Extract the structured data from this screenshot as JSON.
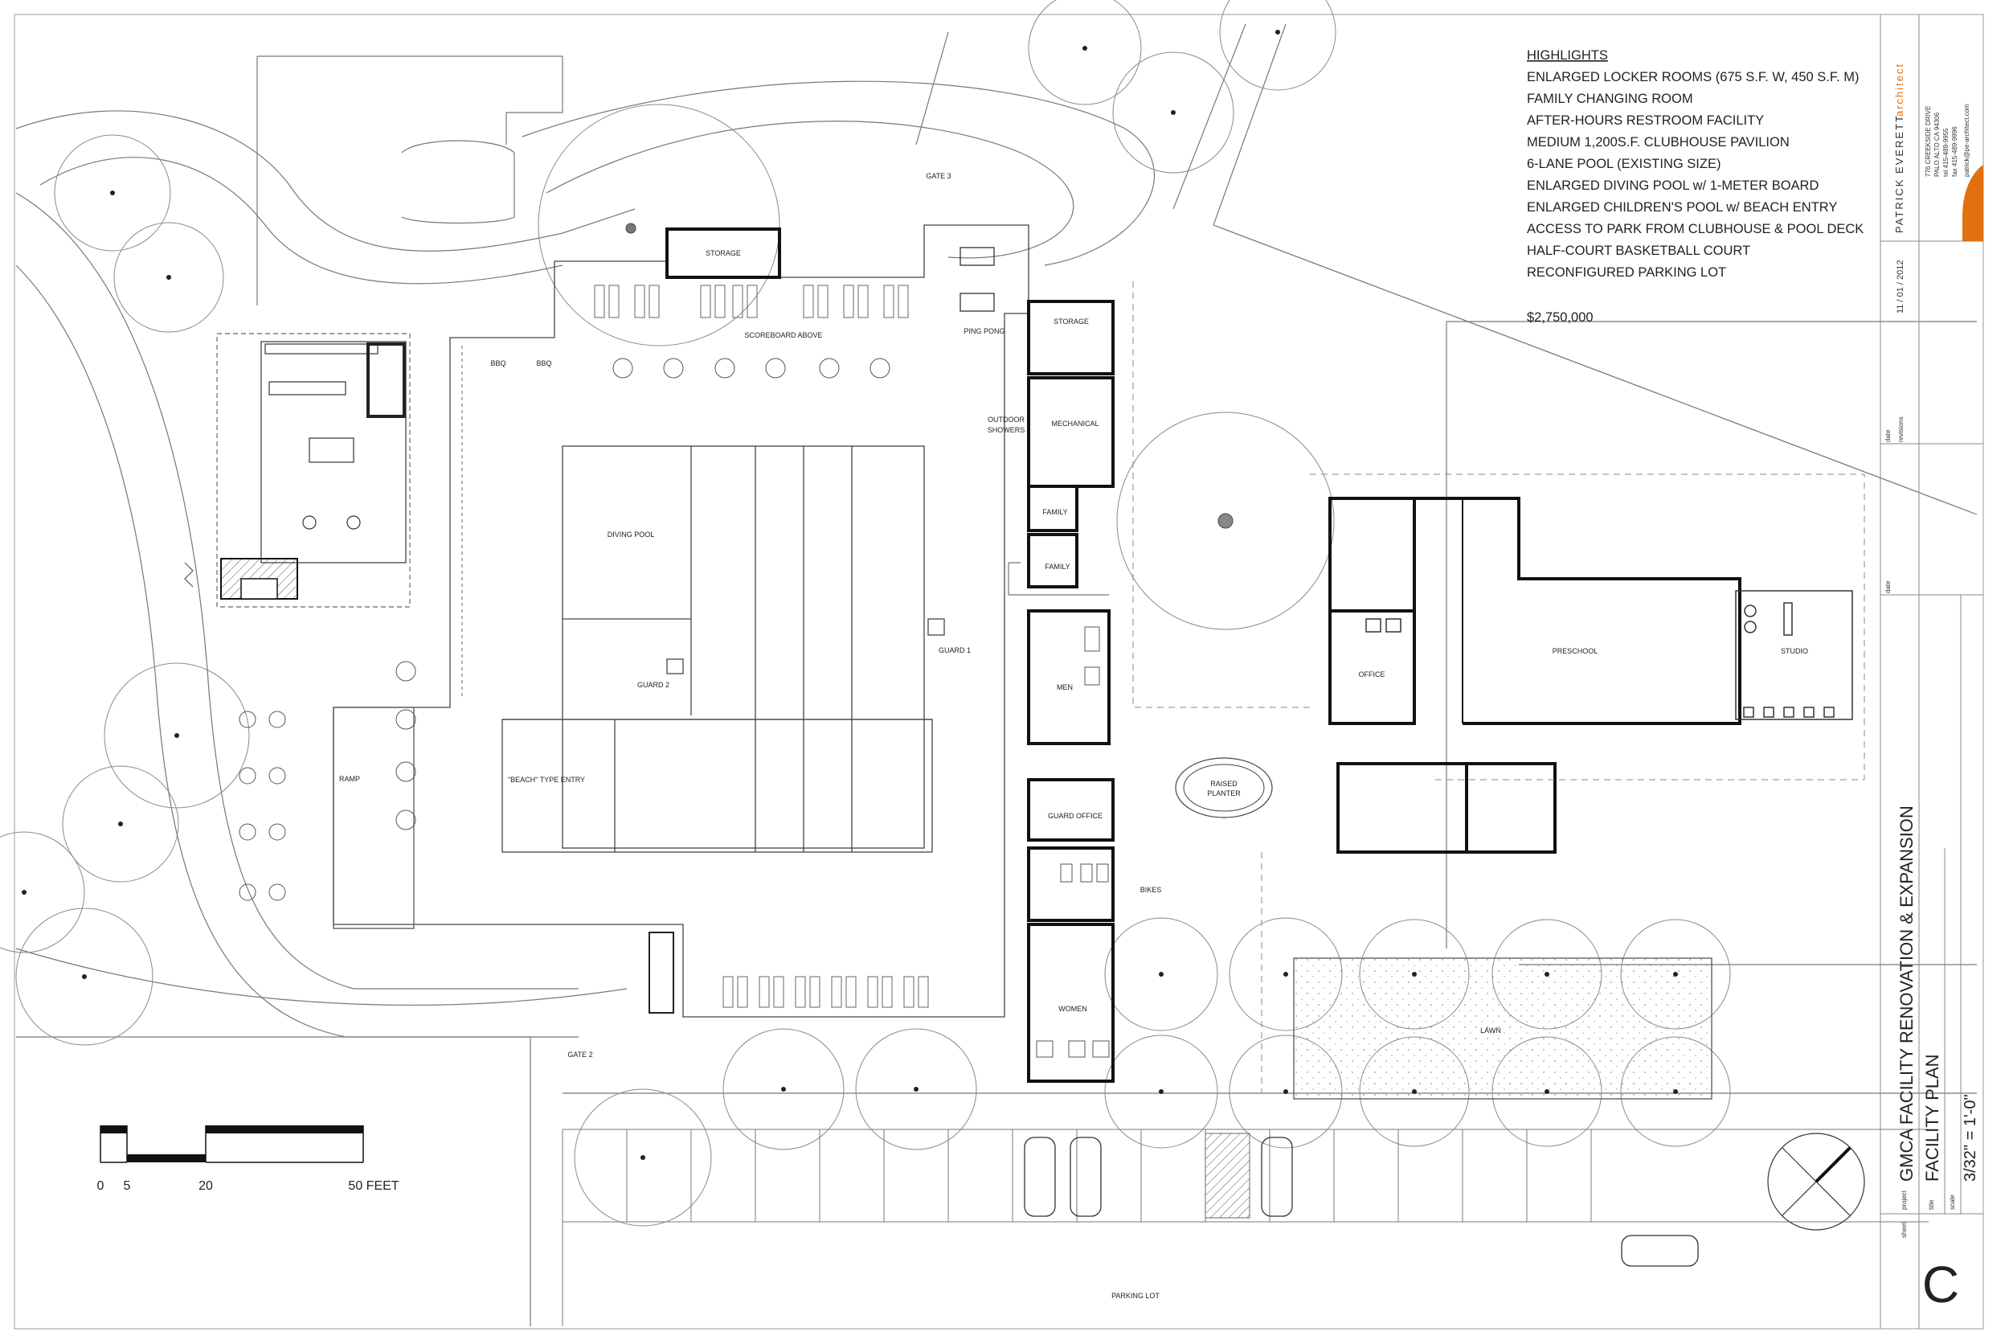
{
  "highlights": {
    "heading": "HIGHLIGHTS",
    "items": [
      "ENLARGED LOCKER ROOMS (675 S.F. W, 450 S.F. M)",
      "FAMILY CHANGING ROOM",
      "AFTER-HOURS RESTROOM FACILITY",
      "MEDIUM 1,200S.F. CLUBHOUSE PAVILION",
      "6-LANE POOL (EXISTING SIZE)",
      "ENLARGED DIVING POOL w/ 1-METER BOARD",
      "ENLARGED CHILDREN'S POOL w/ BEACH ENTRY",
      "ACCESS TO PARK FROM CLUBHOUSE & POOL DECK",
      "HALF-COURT BASKETBALL COURT",
      "RECONFIGURED PARKING LOT"
    ],
    "cost": "$2,750,000"
  },
  "labels": {
    "storage_top": "STORAGE",
    "gate3": "GATE 3",
    "ping_pong": "PING PONG",
    "storage_right": "STORAGE",
    "scoreboard": "SCOREBOARD ABOVE",
    "bbq1": "BBQ",
    "bbq2": "BBQ",
    "mechanical": "MECHANICAL",
    "outdoor_showers_1": "OUTDOOR",
    "outdoor_showers_2": "SHOWERS",
    "family1": "FAMILY",
    "family2": "FAMILY",
    "diving_pool": "DIVING POOL",
    "guard1": "GUARD 1",
    "guard2": "GUARD 2",
    "men": "MEN",
    "beach_entry": "\"BEACH\" TYPE ENTRY",
    "ramp": "RAMP",
    "guard_office": "GUARD OFFICE",
    "raised_planter_1": "RAISED",
    "raised_planter_2": "PLANTER",
    "office": "OFFICE",
    "preschool": "PRESCHOOL",
    "studio": "STUDIO",
    "bikes": "BIKES",
    "women": "WOMEN",
    "lawn": "LAWN",
    "gate2": "GATE 2",
    "parking_lot": "PARKING LOT"
  },
  "scale_bar": {
    "t0": "0",
    "t5": "5",
    "t20": "20",
    "t50": "50 FEET"
  },
  "title_block": {
    "firm_name": "PATRICK EVERETT",
    "firm_type": "architect",
    "address_1": "776 CREEKSIDE DRIVE",
    "address_2": "PALO ALTO CA 94306",
    "tel": "tel 415-489-9955",
    "fax": "fax 415-489-9996",
    "email": "patrick@pe-architect.com",
    "date": "11 / 01 / 2012",
    "lbl_date": "date",
    "lbl_revisions": "revisions",
    "lbl_date2": "date",
    "lbl_project": "project",
    "lbl_title": "title",
    "lbl_scale": "scale",
    "lbl_sheet": "sheet",
    "project": "GMCA FACILITY RENOVATION & EXPANSION",
    "title": "FACILITY PLAN",
    "scale": "3/32\" = 1'-0\"",
    "sheet": "C"
  },
  "colors": {
    "accent": "#e07010",
    "line": "#333333",
    "dark": "#1a1a1a"
  }
}
